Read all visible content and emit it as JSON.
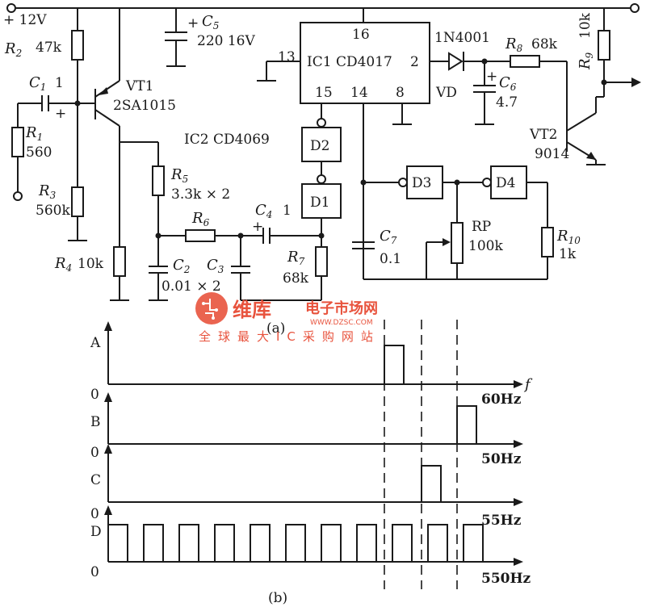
{
  "part_a": {
    "caption": "(a)",
    "supply": "+ 12V",
    "components": {
      "r1": {
        "ref": "R",
        "sub": "1",
        "value": "560"
      },
      "r2": {
        "ref": "R",
        "sub": "2",
        "value": "47k"
      },
      "r3": {
        "ref": "R",
        "sub": "3",
        "value": "560k"
      },
      "r4": {
        "ref": "R",
        "sub": "4",
        "value": "10k"
      },
      "r5": {
        "ref": "R",
        "sub": "5",
        "value": "3.3k × 2"
      },
      "r6": {
        "ref": "R",
        "sub": "6"
      },
      "r7": {
        "ref": "R",
        "sub": "7",
        "value": "68k"
      },
      "r8": {
        "ref": "R",
        "sub": "8",
        "value": "68k"
      },
      "r9": {
        "ref": "R",
        "sub": "9",
        "value": "10k"
      },
      "r10": {
        "ref": "R",
        "sub": "10",
        "value": "1k"
      },
      "c1": {
        "ref": "C",
        "sub": "1",
        "value": "1"
      },
      "c2": {
        "ref": "C",
        "sub": "2"
      },
      "c3": {
        "ref": "C",
        "sub": "3",
        "value": "0.01 × 2"
      },
      "c4": {
        "ref": "C",
        "sub": "4",
        "value": "1"
      },
      "c5": {
        "ref": "C",
        "sub": "5",
        "value": "220 16V"
      },
      "c6": {
        "ref": "C",
        "sub": "6",
        "value": "4.7"
      },
      "c7": {
        "ref": "C",
        "sub": "7",
        "value": "0.1"
      },
      "vt1": {
        "name": "VT1",
        "type": "2SA1015"
      },
      "vt2": {
        "name": "VT2",
        "type": "9014"
      },
      "vd": {
        "name": "VD",
        "type": "1N4001"
      },
      "rp": {
        "name": "RP",
        "value": "100k"
      },
      "ic1": {
        "name": "IC1 CD4017",
        "pin16": "16",
        "pin13": "13",
        "pin2": "2",
        "pin15": "15",
        "pin14": "14",
        "pin8": "8"
      },
      "ic2": {
        "name": "IC2 CD4069"
      },
      "gates": {
        "d1": "D1",
        "d2": "D2",
        "d3": "D3",
        "d4": "D4"
      },
      "plus_sign": "+"
    }
  },
  "part_b": {
    "caption": "(b)",
    "axis_symbol": "f",
    "zero": "0",
    "waveforms": [
      {
        "label": "A",
        "freq": "60Hz"
      },
      {
        "label": "B",
        "freq": "50Hz"
      },
      {
        "label": "C",
        "freq": "55Hz"
      },
      {
        "label": "D",
        "freq": "550Hz"
      }
    ]
  },
  "watermark": {
    "brand": "维库",
    "title": "电子市场网",
    "url": "WWW.DZSC.COM",
    "slogan": "全球最大IC采购网站",
    "color": "#e8533d"
  }
}
